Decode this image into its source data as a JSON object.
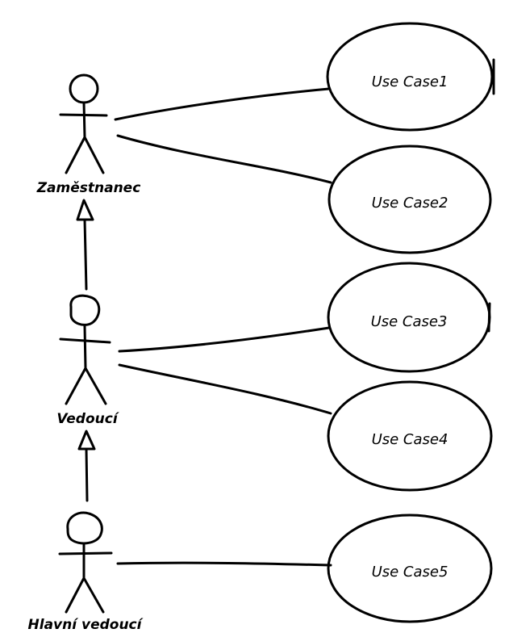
{
  "diagram": {
    "actors": [
      {
        "id": "zamestnanec",
        "label": "Zaměstnanec"
      },
      {
        "id": "vedouci",
        "label": "Vedoucí"
      },
      {
        "id": "hlavni",
        "label": "Hlavní vedoucí"
      }
    ],
    "use_cases": [
      {
        "id": "uc1",
        "label": "Use Case1"
      },
      {
        "id": "uc2",
        "label": "Use Case2"
      },
      {
        "id": "uc3",
        "label": "Use Case3"
      },
      {
        "id": "uc4",
        "label": "Use Case4"
      },
      {
        "id": "uc5",
        "label": "Use Case5"
      }
    ],
    "associations": [
      {
        "actor": "zamestnanec",
        "use_case": "uc1"
      },
      {
        "actor": "zamestnanec",
        "use_case": "uc2"
      },
      {
        "actor": "vedouci",
        "use_case": "uc3"
      },
      {
        "actor": "vedouci",
        "use_case": "uc4"
      },
      {
        "actor": "hlavni",
        "use_case": "uc5"
      }
    ],
    "generalizations": [
      {
        "child": "vedouci",
        "parent": "zamestnanec"
      },
      {
        "child": "hlavni",
        "parent": "vedouci"
      }
    ],
    "colors": {
      "ink": "#000000",
      "background": "#ffffff"
    }
  }
}
